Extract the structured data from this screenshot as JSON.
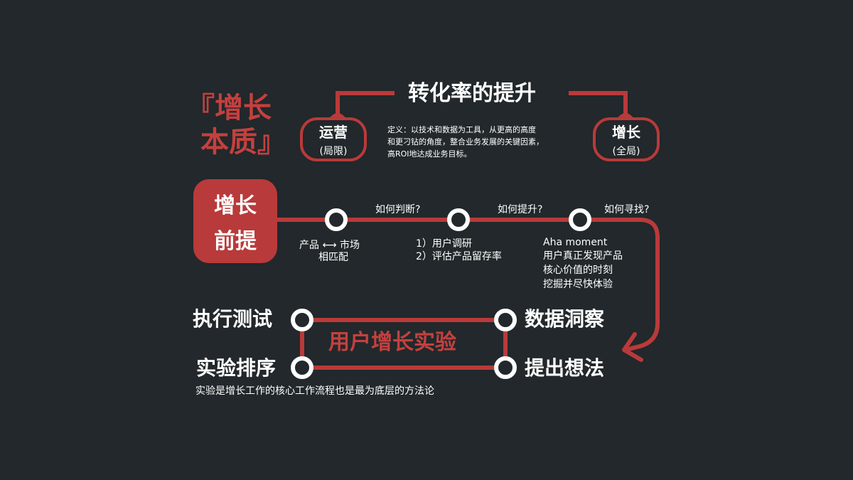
{
  "colors": {
    "background": "#22282b",
    "accent": "#b93a3a",
    "text": "#ffffff"
  },
  "title": {
    "line1": "『增长",
    "line2": "本质』"
  },
  "conversion": {
    "heading": "转化率的提升",
    "left_pill": {
      "title": "运营",
      "sub": "(局限)"
    },
    "right_pill": {
      "title": "增长",
      "sub": "(全局)"
    },
    "definition": [
      "定义：以技术和数据为工具，从更高的高度",
      "和更刁钻的角度，整合业务发展的关键因素，",
      "高ROI地达成业务目标。"
    ]
  },
  "premise": {
    "box_line1": "增长",
    "box_line2": "前提",
    "questions": [
      "如何判断?",
      "如何提升?",
      "如何寻找?"
    ],
    "step1": [
      "产品 ⟷ 市场",
      "相匹配"
    ],
    "step2": [
      "1）用户调研",
      "2）评估产品留存率"
    ],
    "step3": [
      "Aha moment",
      "用户真正发现产品",
      "核心价值的时刻",
      "挖掘并尽快体验"
    ]
  },
  "cycle": {
    "center": "用户增长实验",
    "top_left": "执行测试",
    "top_right": "数据洞察",
    "bottom_left": "实验排序",
    "bottom_right": "提出想法",
    "footnote": "实验是增长工作的核心工作流程也是最为底层的方法论"
  }
}
